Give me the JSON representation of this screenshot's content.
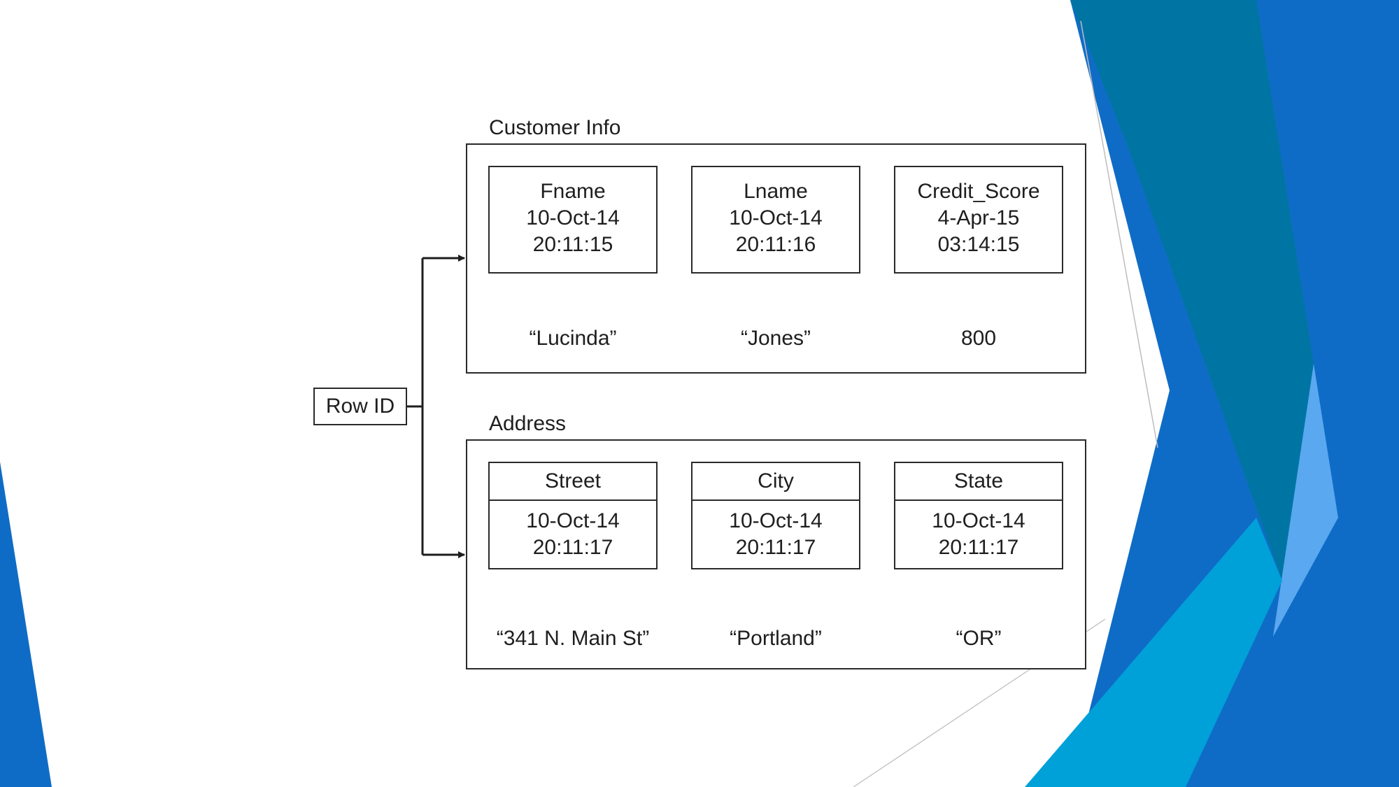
{
  "colors": {
    "slide_bg": "#ffffff",
    "deco_blue": "#0f6cc6",
    "deco_teal": "#0075a3",
    "deco_cyan": "#00a0d8",
    "deco_light": "#5aa8f0",
    "diagram_ink": "#2a2a2a"
  },
  "row_id": "Row ID",
  "groups": [
    {
      "title": "Customer Info",
      "cells": [
        {
          "name": "Fname",
          "date": "10-Oct-14",
          "time": "20:11:15",
          "value": "“Lucinda”"
        },
        {
          "name": "Lname",
          "date": "10-Oct-14",
          "time": "20:11:16",
          "value": "“Jones”"
        },
        {
          "name": "Credit_Score",
          "date": "4-Apr-15",
          "time": "03:14:15",
          "value": "800"
        }
      ]
    },
    {
      "title": "Address",
      "cells": [
        {
          "name": "Street",
          "date": "10-Oct-14",
          "time": "20:11:17",
          "value": "“341 N. Main St”"
        },
        {
          "name": "City",
          "date": "10-Oct-14",
          "time": "20:11:17",
          "value": "“Portland”"
        },
        {
          "name": "State",
          "date": "10-Oct-14",
          "time": "20:11:17",
          "value": "“OR”"
        }
      ]
    }
  ]
}
